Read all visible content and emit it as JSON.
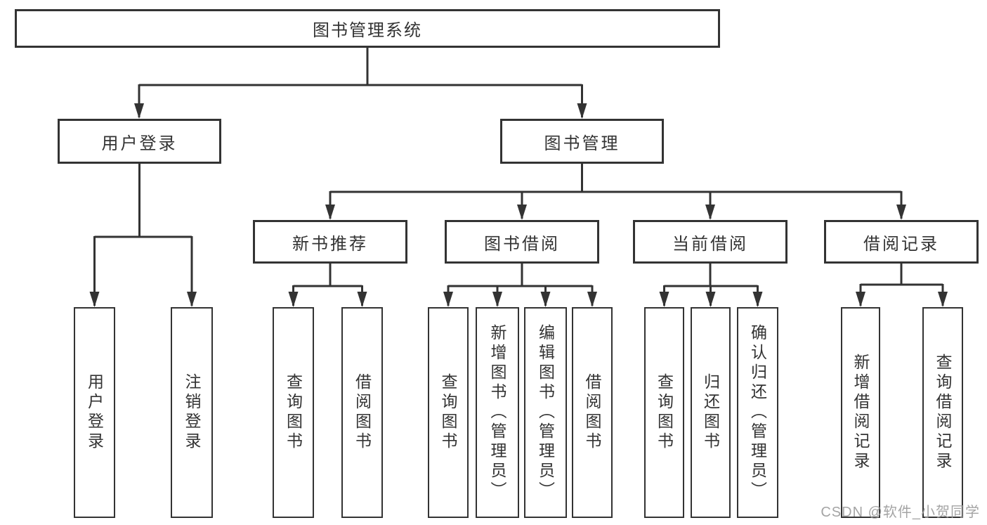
{
  "colors": {
    "line": "#333333",
    "text": "#333333",
    "background": "#ffffff",
    "watermark": "#9b9b9b"
  },
  "watermark": "CSDN @软件_小贺同学",
  "tree": {
    "root": {
      "label": "图书管理系统"
    },
    "branches": [
      {
        "label": "用户登录",
        "children": [
          {
            "label": "用户登录"
          },
          {
            "label": "注销登录"
          }
        ]
      },
      {
        "label": "图书管理",
        "sections": [
          {
            "label": "新书推荐",
            "children": [
              {
                "label": "查询图书"
              },
              {
                "label": "借阅图书"
              }
            ]
          },
          {
            "label": "图书借阅",
            "children": [
              {
                "label": "查询图书"
              },
              {
                "label": "新增图书（管理员）"
              },
              {
                "label": "编辑图书（管理员）"
              },
              {
                "label": "借阅图书"
              }
            ]
          },
          {
            "label": "当前借阅",
            "children": [
              {
                "label": "查询图书"
              },
              {
                "label": "归还图书"
              },
              {
                "label": "确认归还（管理员）"
              }
            ]
          },
          {
            "label": "借阅记录",
            "children": [
              {
                "label": "新增借阅记录"
              },
              {
                "label": "查询借阅记录"
              }
            ]
          }
        ]
      }
    ]
  }
}
